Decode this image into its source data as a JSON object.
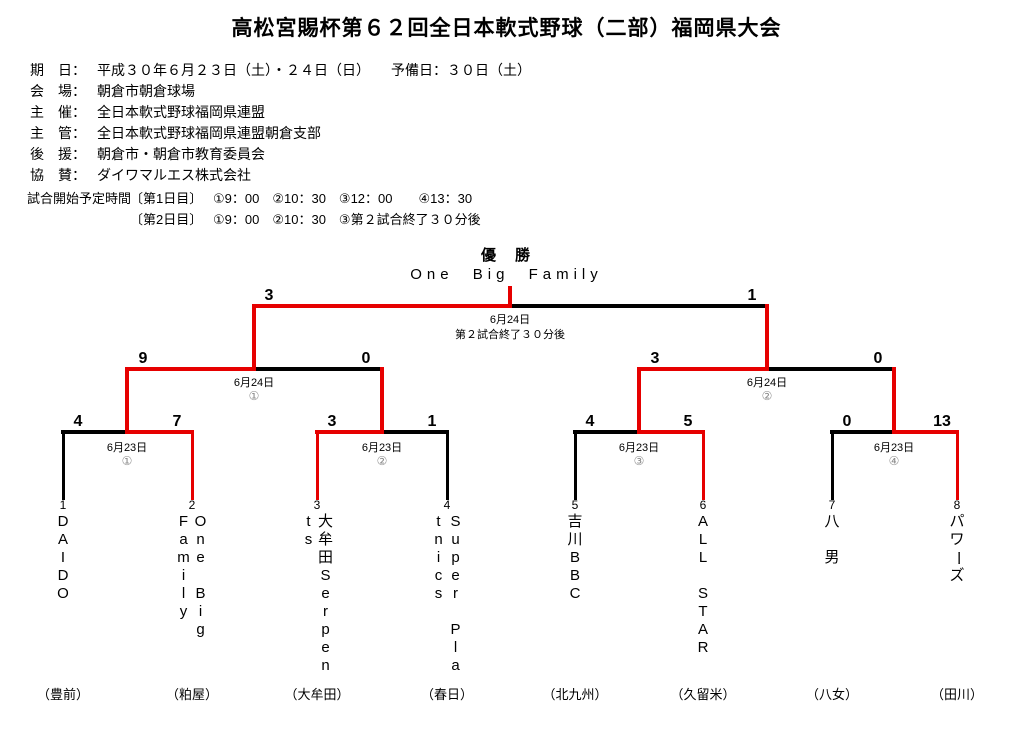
{
  "page_title": "高松宮賜杯第６２回全日本軟式野球（二部）福岡県大会",
  "info_rows": [
    {
      "label": "期　日：",
      "value": "平成３０年６月２３日（土）・２４日（日）　　予備日：３０日（土）"
    },
    {
      "label": "会　場：",
      "value": "朝倉市朝倉球場"
    },
    {
      "label": "主　催：",
      "value": "全日本軟式野球福岡県連盟"
    },
    {
      "label": "主　管：",
      "value": "全日本軟式野球福岡県連盟朝倉支部"
    },
    {
      "label": "後　援：",
      "value": "朝倉市・朝倉市教育委員会"
    },
    {
      "label": "協　賛：",
      "value": "ダイワマルエス株式会社"
    }
  ],
  "schedule": {
    "label": "試合開始予定時間",
    "day1_label": "〔第1日目〕",
    "day1_times": "①9：00　②10：30　③12：00　　④13：30",
    "day2_label": "〔第2日目〕",
    "day2_times": "①9：00　②10：30　③第２試合終了３０分後"
  },
  "champion": {
    "heading": "優　勝",
    "name": "One Big Family"
  },
  "bracket": {
    "final": {
      "date": "6月24日",
      "note": "第２試合終了３０分後",
      "left_score": "3",
      "right_score": "1",
      "winner": "left"
    },
    "semifinals": [
      {
        "date": "6月24日",
        "game_no": "①",
        "left_score": "9",
        "right_score": "0",
        "winner": "left"
      },
      {
        "date": "6月24日",
        "game_no": "②",
        "left_score": "3",
        "right_score": "0",
        "winner": "left"
      }
    ],
    "quarterfinals": [
      {
        "date": "6月23日",
        "game_no": "①",
        "left_score": "4",
        "right_score": "7",
        "winner": "right"
      },
      {
        "date": "6月23日",
        "game_no": "②",
        "left_score": "3",
        "right_score": "1",
        "winner": "left"
      },
      {
        "date": "6月23日",
        "game_no": "③",
        "left_score": "4",
        "right_score": "5",
        "winner": "right"
      },
      {
        "date": "6月23日",
        "game_no": "④",
        "left_score": "0",
        "right_score": "13",
        "winner": "right"
      }
    ],
    "teams": [
      {
        "no": "1",
        "name": "DAIDO",
        "name_columns": [
          "DAIDO"
        ],
        "region": "（豊前）"
      },
      {
        "no": "2",
        "name": "One Big Family",
        "name_columns": [
          "One Big",
          "Family"
        ],
        "region": "（粕屋）"
      },
      {
        "no": "3",
        "name": "大牟田Serpents",
        "name_columns": [
          "大牟田Serpen",
          "ts"
        ],
        "region": "（大牟田）"
      },
      {
        "no": "4",
        "name": "Super Platnics",
        "name_columns": [
          "Super Pla",
          "tnics"
        ],
        "region": "（春日）"
      },
      {
        "no": "5",
        "name": "吉川BBC",
        "name_columns": [
          "吉川BBC"
        ],
        "region": "（北九州）"
      },
      {
        "no": "6",
        "name": "ALL STAR",
        "name_columns": [
          "ALL STAR"
        ],
        "region": "（久留米）"
      },
      {
        "no": "7",
        "name": "八男",
        "name_columns": [
          "八 男"
        ],
        "region": "（八女）"
      },
      {
        "no": "8",
        "name": "パワーズ",
        "name_columns": [
          "パワーズ"
        ],
        "region": "（田川）"
      }
    ]
  },
  "colors": {
    "winner_path": "#e60000",
    "line": "#000000",
    "game_number_grey": "#8a8a8a"
  }
}
